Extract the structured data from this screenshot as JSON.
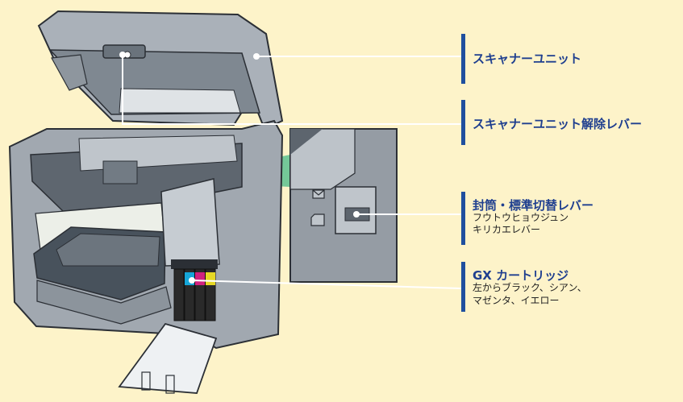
{
  "labels": {
    "scanner_unit": "スキャナーユニット",
    "scanner_release_lever": "スキャナーユニット解除レバー",
    "envelope_lever_title": "封筒・標準切替レバー",
    "envelope_lever_desc": [
      "フウトウヒョウジュン",
      "キリカエレバー"
    ],
    "cartridge_title": "GX カートリッジ",
    "cartridge_desc": [
      "左からブラック、シアン、",
      "マゼンタ、イエロー"
    ]
  },
  "colors": {
    "background": "#fdf3c9",
    "accent": "#1f4f9e",
    "printer_body": "#9fa6ae",
    "printer_dark": "#5d656e",
    "zoom_highlight": "#5cc08f",
    "cartridges": [
      "#2a2a2a",
      "#16a6d8",
      "#d1227f",
      "#e6d824"
    ]
  },
  "icons": [
    "envelope-icon",
    "standard-paper-icon"
  ]
}
